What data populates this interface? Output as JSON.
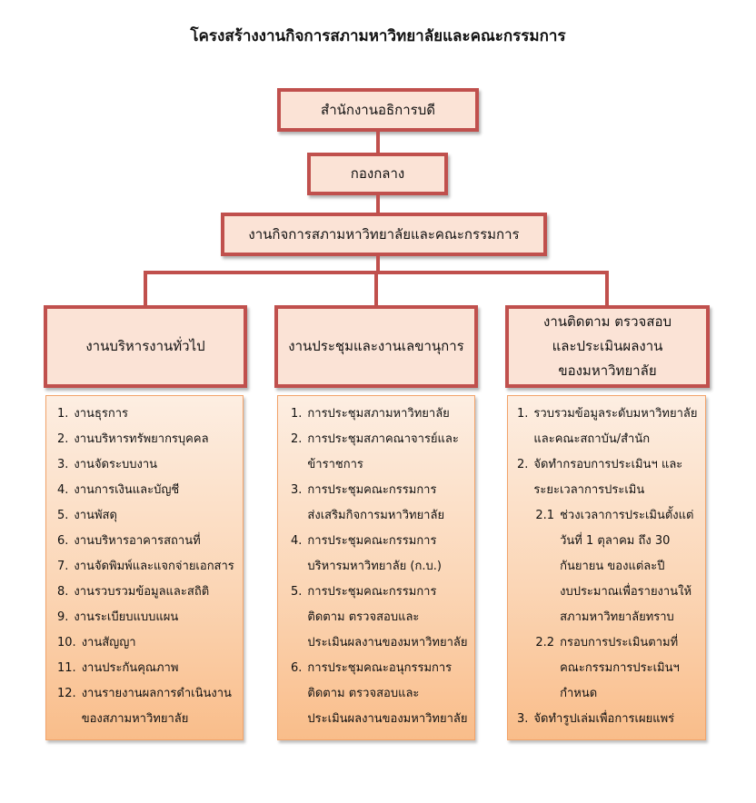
{
  "title": "โครงสร้างงานกิจการสภามหาวิทยาลัยและคณะกรรมการ",
  "colors": {
    "box_border": "#c0504d",
    "box_fill": "#fbe3d6",
    "list_top": "#fdeee2",
    "list_bottom": "#f9bd8a",
    "list_border": "#f2a36a"
  },
  "org": {
    "level1": "สำนักงานอธิการบดี",
    "level2": "กองกลาง",
    "level3": "งานกิจการสภามหาวิทยาลัยและคณะกรรมการ",
    "units": [
      {
        "name": [
          "งานบริหารงานทั่วไป"
        ],
        "tasks": [
          {
            "num": "1.",
            "lines": [
              "งานธุรการ"
            ]
          },
          {
            "num": "2.",
            "lines": [
              "งานบริหารทรัพยากรบุคคล"
            ]
          },
          {
            "num": "3.",
            "lines": [
              "งานจัดระบบงาน"
            ]
          },
          {
            "num": "4.",
            "lines": [
              "งานการเงินและบัญชี"
            ]
          },
          {
            "num": "5.",
            "lines": [
              "งานพัสดุ"
            ]
          },
          {
            "num": "6.",
            "lines": [
              "งานบริหารอาคารสถานที่"
            ]
          },
          {
            "num": "7.",
            "lines": [
              "งานจัดพิมพ์และแจกจ่ายเอกสาร"
            ]
          },
          {
            "num": "8.",
            "lines": [
              "งานรวบรวมข้อมูลและสถิติ"
            ]
          },
          {
            "num": "9.",
            "lines": [
              "งานระเบียบแบบแผน"
            ]
          },
          {
            "num": "10.",
            "lines": [
              "งานสัญญา"
            ]
          },
          {
            "num": "11.",
            "lines": [
              "งานประกันคุณภาพ"
            ]
          },
          {
            "num": "12.",
            "lines": [
              "งานรายงานผลการดำเนินงาน",
              "ของสภามหาวิทยาลัย"
            ]
          }
        ]
      },
      {
        "name": [
          "งานประชุมและงานเลขานุการ"
        ],
        "tasks": [
          {
            "num": "1.",
            "lines": [
              "การประชุมสภามหาวิทยาลัย"
            ]
          },
          {
            "num": "2.",
            "lines": [
              "การประชุมสภาคณาจารย์และ",
              "ข้าราชการ"
            ]
          },
          {
            "num": "3.",
            "lines": [
              "การประชุมคณะกรรมการ",
              "ส่งเสริมกิจการมหาวิทยาลัย"
            ]
          },
          {
            "num": "4.",
            "lines": [
              "การประชุมคณะกรรมการ",
              "บริหารมหาวิทยาลัย (ก.บ.)"
            ]
          },
          {
            "num": "5.",
            "lines": [
              "การประชุมคณะกรรมการ",
              "ติดตาม ตรวจสอบและ",
              "ประเมินผลงานของมหาวิทยาลัย"
            ]
          },
          {
            "num": "6.",
            "lines": [
              "การประชุมคณะอนุกรรมการ",
              "ติดตาม ตรวจสอบและ",
              "ประเมินผลงานของมหาวิทยาลัย"
            ]
          }
        ]
      },
      {
        "name": [
          "งานติดตาม ตรวจสอบ",
          "และประเมินผลงาน",
          "ของมหาวิทยาลัย"
        ],
        "tasks": [
          {
            "num": "1.",
            "lines": [
              "รวบรวมข้อมูลระดับมหาวิทยาลัย",
              "และคณะสถาบัน/สำนัก"
            ]
          },
          {
            "num": "2.",
            "lines": [
              "จัดทำกรอบการประเมินฯ และ",
              "ระยะเวลาการประเมิน"
            ],
            "sub": [
              {
                "num": "2.1",
                "lines": [
                  "ช่วงเวลาการประเมินตั้งแต่",
                  "วันที่ 1 ตุลาคม ถึง 30",
                  "กันยายน ของแต่ละปี",
                  "งบประมาณเพื่อรายงานให้",
                  "สภามหาวิทยาลัยทราบ"
                ]
              },
              {
                "num": "2.2",
                "lines": [
                  "กรอบการประเมินตามที่",
                  "คณะกรรมการประเมินฯ",
                  "กำหนด"
                ]
              }
            ]
          },
          {
            "num": "3.",
            "lines": [
              "จัดทำรูปเล่มเพื่อการเผยแพร่"
            ]
          }
        ]
      }
    ]
  }
}
